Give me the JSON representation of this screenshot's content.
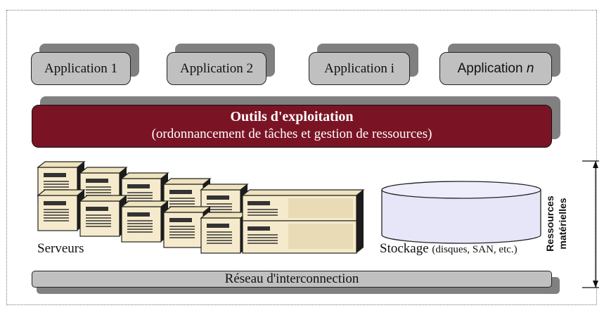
{
  "applications": [
    {
      "label": "Application 1"
    },
    {
      "label": "Application 2"
    },
    {
      "label": "Application i"
    },
    {
      "label_main": "Application ",
      "label_var": "n"
    }
  ],
  "tools": {
    "title": "Outils d'exploitation",
    "subtitle": "(ordonnancement de tâches et gestion de ressources)"
  },
  "servers": {
    "label": "Serveurs"
  },
  "storage": {
    "label": "Stockage",
    "detail": "(disques, SAN, etc.)"
  },
  "network": {
    "label": "Réseau d'interconnection"
  },
  "resources": {
    "label": "Ressources matérielles"
  },
  "colors": {
    "tools_bar": "#7a1424",
    "box_fill": "#c0c0c0",
    "shadow": "#808080",
    "storage_fill": "#e6e6f8",
    "server_fill": "#f3e8c8"
  }
}
